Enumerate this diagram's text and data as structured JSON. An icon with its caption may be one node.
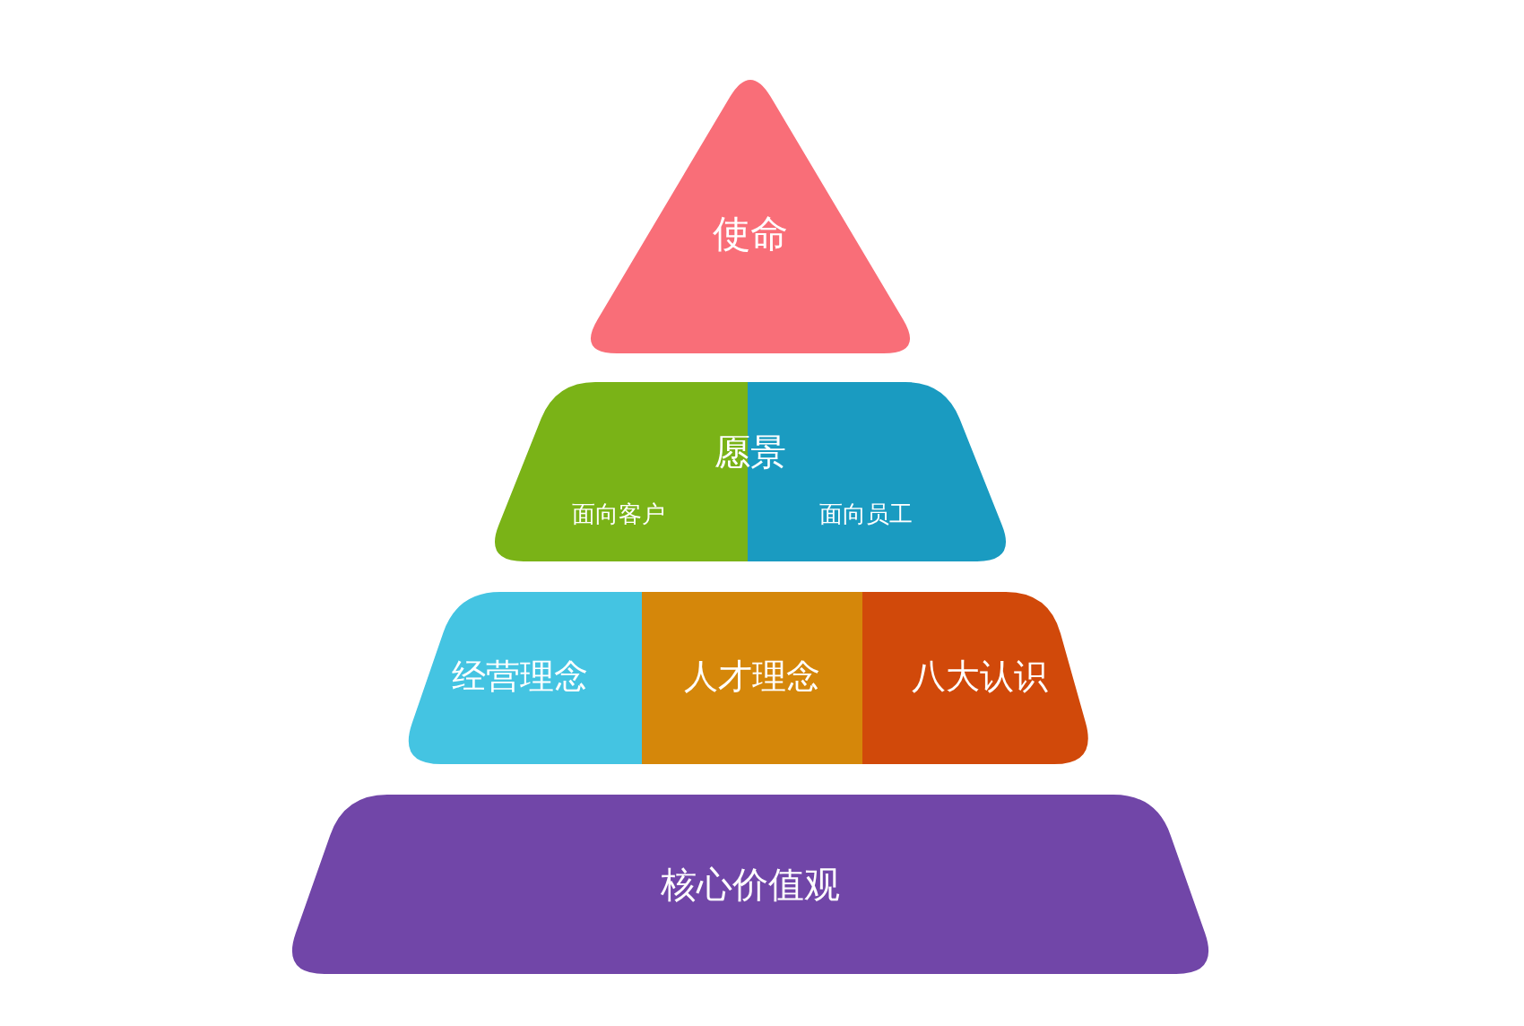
{
  "diagram": {
    "nodes": [
      {
        "text": [
          "使命"
        ]
      },
      {
        "text": [
          "愿景",
          "面向客户",
          "面向员工"
        ]
      },
      {
        "text": [
          "经营理念"
        ]
      },
      {
        "text": [
          "人才理念"
        ]
      },
      {
        "text": [
          "八大认识"
        ]
      },
      {
        "text": [
          "核心价值观"
        ]
      }
    ]
  }
}
